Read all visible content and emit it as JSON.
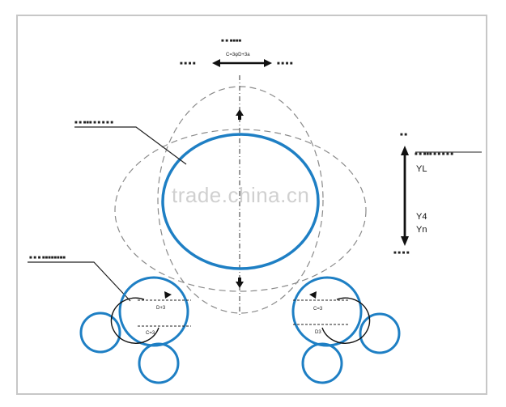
{
  "top_dimension_text": "C=3φD+3a",
  "right_labels": {
    "yl": "YL",
    "y4": "Y4",
    "yn": "Yn"
  },
  "left_roller": {
    "top_text": "D+3",
    "bottom_text": "C=3"
  },
  "right_roller": {
    "top_text": "C=3",
    "bottom_text": "D3"
  },
  "watermark": "trade.china.cn",
  "colors": {
    "ring_blue": "#1e7fc4",
    "dashed_gray": "#8a8a8a",
    "frame_gray": "#c7c7c7",
    "ink": "#111111"
  }
}
